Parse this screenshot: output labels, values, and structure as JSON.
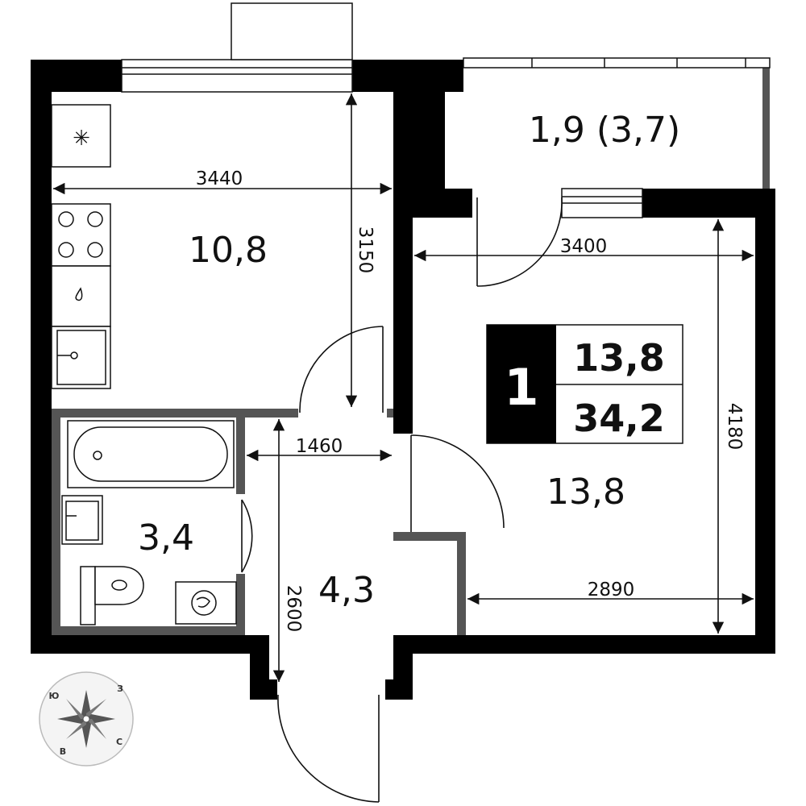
{
  "rooms": {
    "kitchen_area": "10,8",
    "living_area": "13,8",
    "bathroom_area": "3,4",
    "hall_area": "4,3",
    "loggia_area": "1,9 (3,7)"
  },
  "summary": {
    "room_count": "1",
    "living_area": "13,8",
    "total_area": "34,2"
  },
  "dimensions": {
    "kitchen_width": "3440",
    "kitchen_length": "3150",
    "living_width_top": "3400",
    "living_width_bottom": "2890",
    "living_length": "4180",
    "hall_width": "1460",
    "hall_length": "2600"
  },
  "compass": {
    "south": "Ю",
    "west": "З",
    "east": "В",
    "north": "С"
  },
  "icons": [
    "snowflake-icon",
    "hob-burner-icon",
    "sink-icon",
    "bathtub-icon",
    "toilet-icon",
    "washing-machine-icon",
    "compass-rose-icon"
  ]
}
